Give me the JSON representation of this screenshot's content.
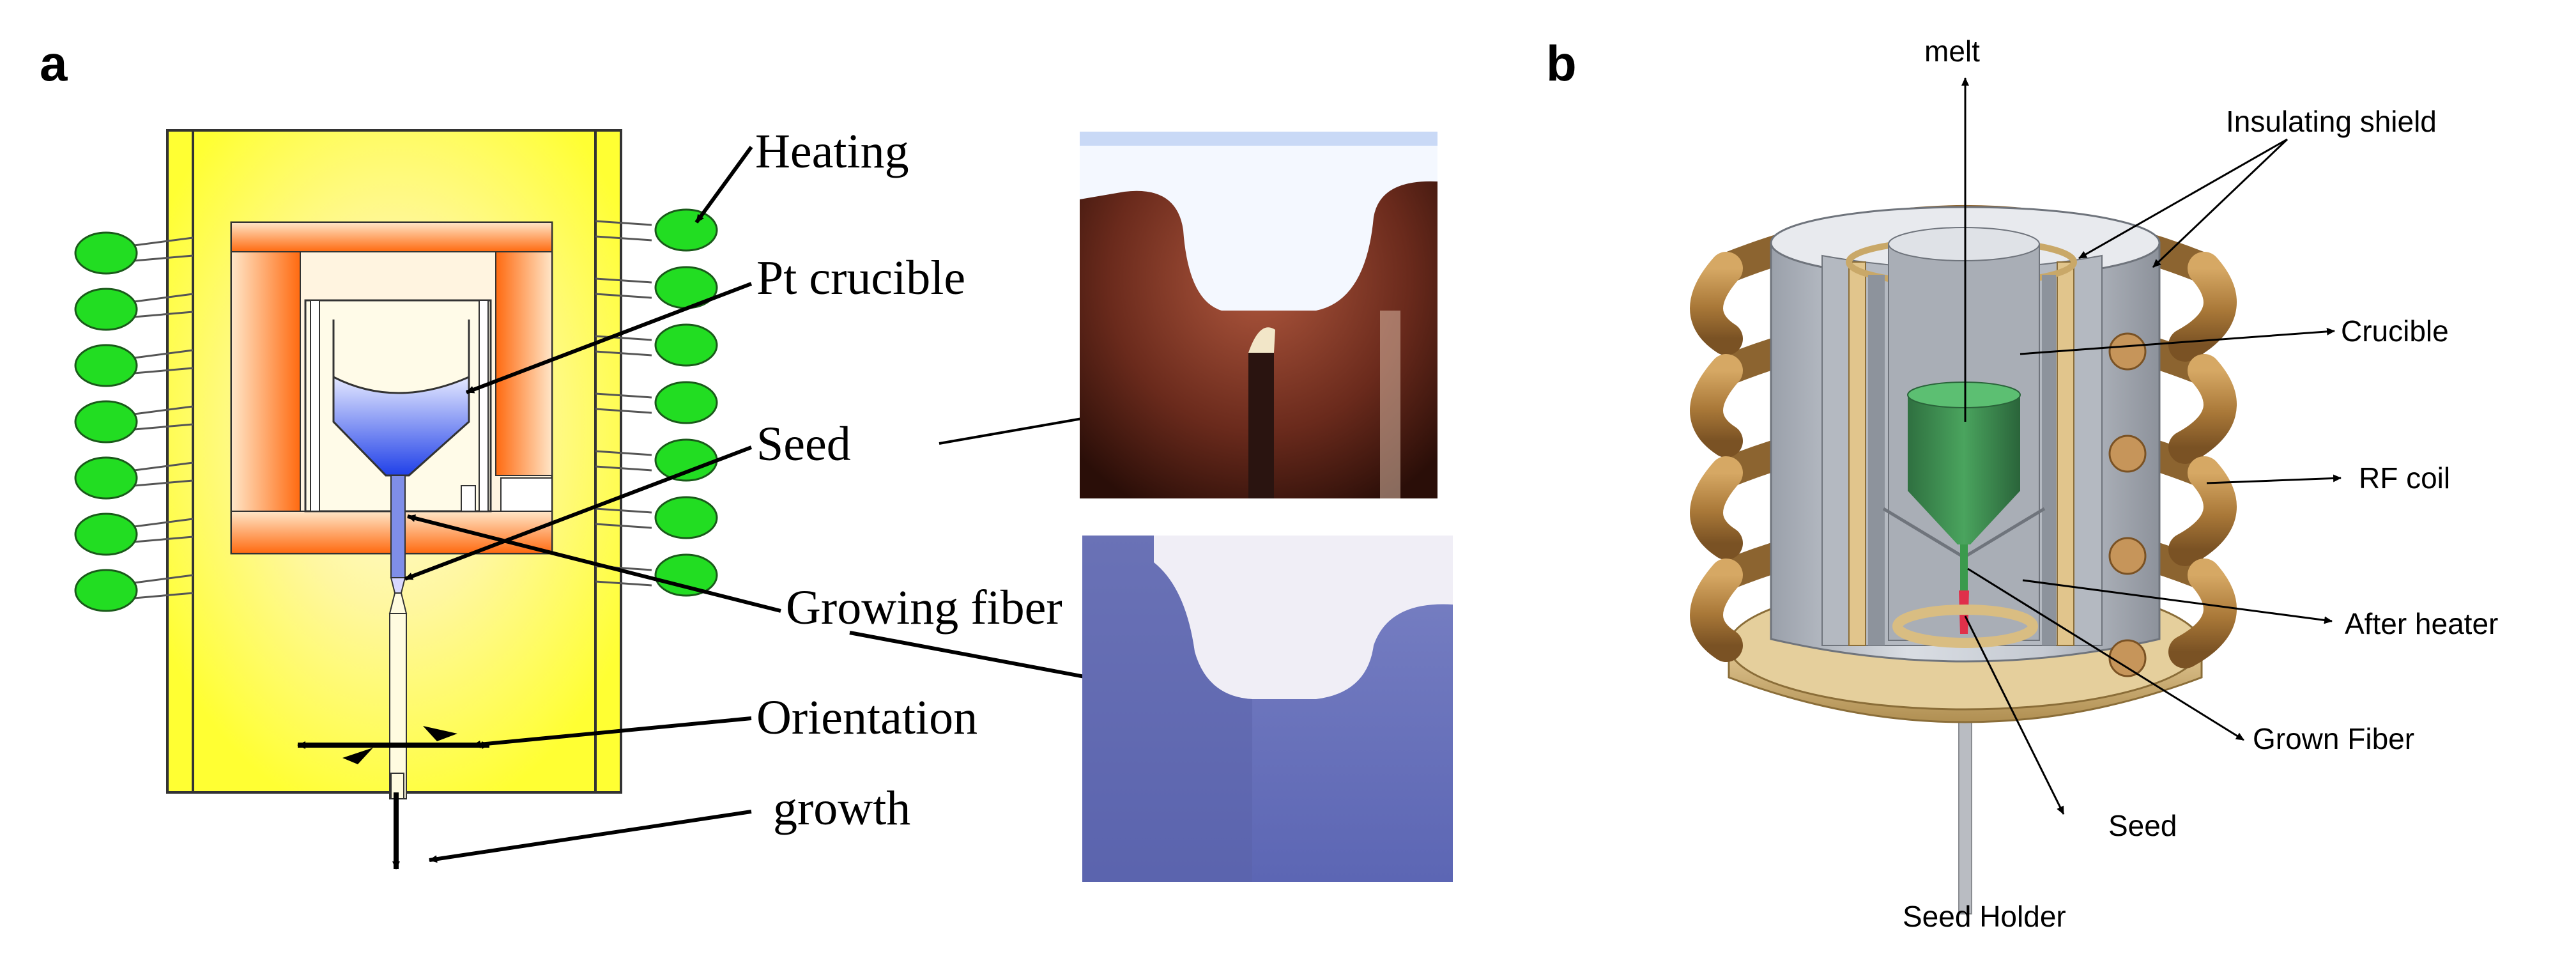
{
  "panels": [
    {
      "letter": "a",
      "labels": {
        "heating": "Heating",
        "pt_crucible": "Pt crucible",
        "seed": "Seed",
        "growing_fiber": "Growing fiber",
        "orientation": "Orientation",
        "growth": "growth"
      }
    },
    {
      "letter": "b",
      "labels": {
        "melt": "melt",
        "insulating_shield": "Insulating shield",
        "crucible": "Crucible",
        "rf_coil": "RF coil",
        "after_heater": "After heater",
        "grown_fiber": "Grown Fiber",
        "seed": "Seed",
        "seed_holder": "Seed Holder"
      }
    }
  ],
  "colors": {
    "furnace_yellow": "#ffff33",
    "heater_green": "#22dd22",
    "crucible_orange": "#ff7a1a",
    "melt_blue": "#3355ee",
    "coil_bronze": "#b98a4c",
    "shield_gray": "#c9ced6",
    "crucible_green": "#3c8a4c",
    "fiber_red": "#e0304a"
  }
}
